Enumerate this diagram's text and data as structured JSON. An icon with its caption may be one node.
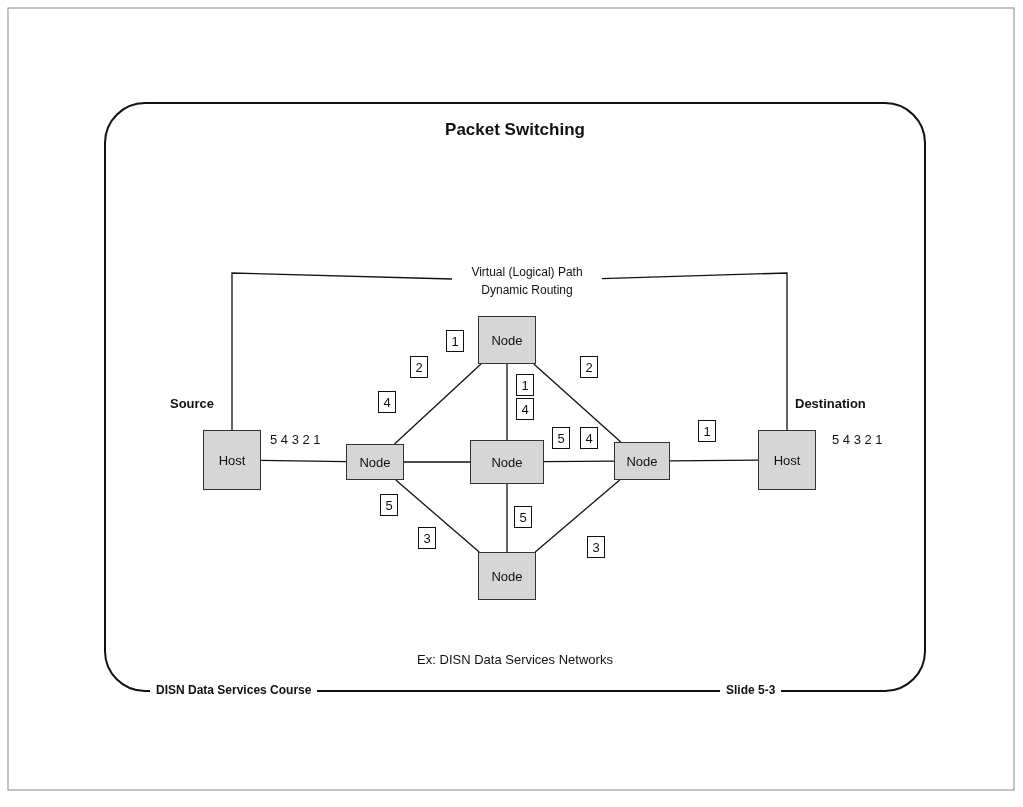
{
  "diagram": {
    "title": "Packet Switching",
    "caption": "Ex: DISN Data Services Networks",
    "nodes": [
      {
        "text": [
          "Host"
        ]
      },
      {
        "text": [
          "Node"
        ]
      },
      {
        "text": [
          "Node"
        ]
      },
      {
        "text": [
          "Node"
        ]
      },
      {
        "text": [
          "Node"
        ]
      },
      {
        "text": [
          "Node"
        ]
      },
      {
        "text": [
          "Host"
        ]
      },
      {
        "text": [
          "Virtual (Logical) Path Dynamic Routing"
        ]
      },
      {
        "text": [
          "1"
        ]
      },
      {
        "text": [
          "2"
        ]
      },
      {
        "text": [
          "2"
        ]
      },
      {
        "text": [
          "1"
        ]
      },
      {
        "text": [
          "4"
        ]
      },
      {
        "text": [
          "4"
        ]
      },
      {
        "text": [
          "1"
        ]
      },
      {
        "text": [
          "5"
        ]
      },
      {
        "text": [
          "4"
        ]
      },
      {
        "text": [
          "5"
        ]
      },
      {
        "text": [
          "5"
        ]
      },
      {
        "text": [
          "3"
        ]
      },
      {
        "text": [
          "3"
        ]
      }
    ],
    "edges": [
      {
        "from": 0,
        "to": 1,
        "arrow": "none"
      },
      {
        "from": 1,
        "to": 2,
        "arrow": "none"
      },
      {
        "from": 1,
        "to": 3,
        "arrow": "none"
      },
      {
        "from": 1,
        "to": 4,
        "arrow": "none"
      },
      {
        "from": 2,
        "to": 3,
        "arrow": "none"
      },
      {
        "from": 3,
        "to": 4,
        "arrow": "none"
      },
      {
        "from": 2,
        "to": 5,
        "arrow": "none"
      },
      {
        "from": 3,
        "to": 5,
        "arrow": "none"
      },
      {
        "from": 4,
        "to": 5,
        "arrow": "none"
      },
      {
        "from": 5,
        "to": 6,
        "arrow": "none"
      },
      {
        "from": 7,
        "to": 0,
        "arrow": "none"
      },
      {
        "from": 7,
        "to": 6,
        "arrow": "none"
      }
    ],
    "labels": [
      "Source",
      "Destination",
      "5 4 3 2 1",
      "5 4 3 2 1",
      "DISN Data Services Course",
      "Slide 5-3"
    ]
  }
}
